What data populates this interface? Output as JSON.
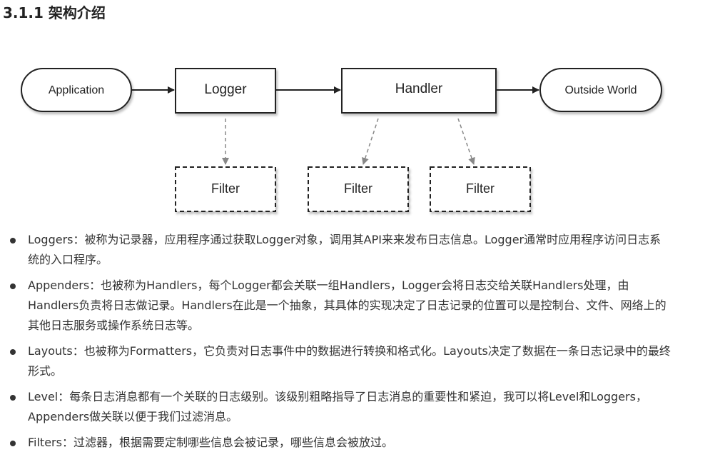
{
  "section": {
    "heading": "3.1.1 架构介绍"
  },
  "diagram": {
    "nodes": {
      "application": "Application",
      "logger": "Logger",
      "handler": "Handler",
      "outside_world": "Outside World",
      "filter_logger": "Filter",
      "filter_handler_1": "Filter",
      "filter_handler_2": "Filter"
    },
    "colors": {
      "stroke": "#222222",
      "dashed_stroke": "#888888",
      "background": "#ffffff"
    }
  },
  "bullets": [
    {
      "text": "Loggers：被称为记录器，应用程序通过获取Logger对象，调用其API来来发布日志信息。Logger通常时应用程序访问日志系统的入口程序。"
    },
    {
      "text": "Appenders：也被称为Handlers，每个Logger都会关联一组Handlers，Logger会将日志交给关联Handlers处理，由Handlers负责将日志做记录。Handlers在此是一个抽象，其具体的实现决定了日志记录的位置可以是控制台、文件、网络上的其他日志服务或操作系统日志等。"
    },
    {
      "text": "Layouts：也被称为Formatters，它负责对日志事件中的数据进行转换和格式化。Layouts决定了数据在一条日志记录中的最终形式。"
    },
    {
      "text": "Level：每条日志消息都有一个关联的日志级别。该级别粗略指导了日志消息的重要性和紧迫，我可以将Level和Loggers，Appenders做关联以便于我们过滤消息。"
    },
    {
      "text": "Filters：过滤器，根据需要定制哪些信息会被记录，哪些信息会被放过。"
    }
  ]
}
